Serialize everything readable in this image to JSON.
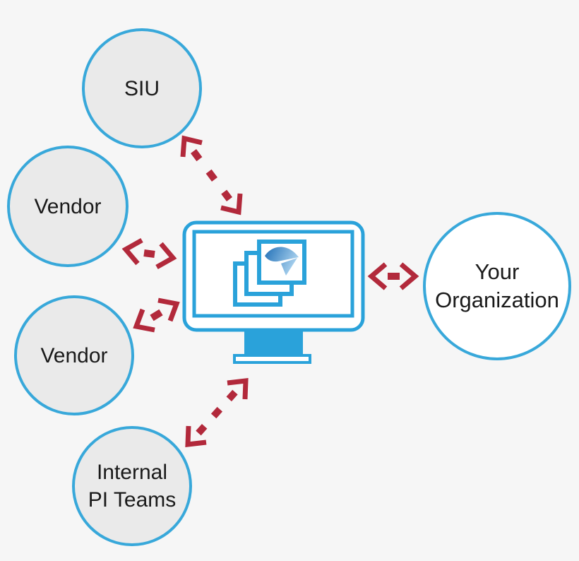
{
  "colors": {
    "background": "#f6f6f6",
    "circle_border": "#38a8da",
    "circle_fill": "#eaeaea",
    "org_fill": "#ffffff",
    "monitor_blue": "#2aa2da",
    "arrow_red": "#b2293b",
    "text": "#1a1a1a",
    "logo_gradient_start": "#2472b8",
    "logo_gradient_end": "#b8dcf4"
  },
  "nodes": {
    "siu": {
      "label": "SIU"
    },
    "vendor_top": {
      "label": "Vendor"
    },
    "vendor_bottom": {
      "label": "Vendor"
    },
    "internal_pi_teams": {
      "line1": "Internal",
      "line2": "PI Teams"
    },
    "your_organization": {
      "line1": "Your",
      "line2": "Organization"
    }
  },
  "hub": {
    "icon": "monitor-stacked-windows-arrow-logo-icon"
  },
  "connections": [
    {
      "from": "SIU",
      "to": "hub",
      "type": "bidirectional-dashed-arrow"
    },
    {
      "from": "Vendor (upper)",
      "to": "hub",
      "type": "bidirectional-dashed-arrow"
    },
    {
      "from": "Vendor (lower)",
      "to": "hub",
      "type": "bidirectional-dashed-arrow"
    },
    {
      "from": "Internal PI Teams",
      "to": "hub",
      "type": "bidirectional-dashed-arrow"
    },
    {
      "from": "hub",
      "to": "Your Organization",
      "type": "bidirectional-dashed-arrow"
    }
  ]
}
